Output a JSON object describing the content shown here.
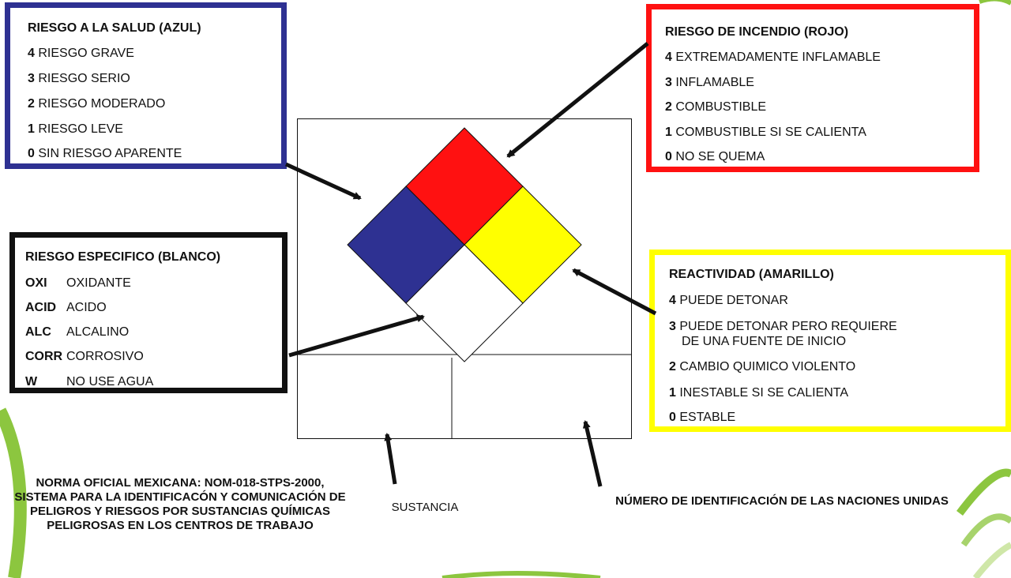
{
  "colors": {
    "health": "#2e3192",
    "fire": "#ff1111",
    "reactivity": "#ffff00",
    "special": "#ffffff",
    "accent_green": "#8cc63f"
  },
  "health_box": {
    "title": "RIESGO A LA SALUD (AZUL)",
    "items": [
      {
        "num": "4",
        "text": "RIESGO GRAVE"
      },
      {
        "num": "3",
        "text": "RIESGO SERIO"
      },
      {
        "num": "2",
        "text": "RIESGO MODERADO"
      },
      {
        "num": "1",
        "text": "RIESGO LEVE"
      },
      {
        "num": "0",
        "text": "SIN RIESGO APARENTE"
      }
    ]
  },
  "fire_box": {
    "title": "RIESGO DE INCENDIO  (ROJO)",
    "items": [
      {
        "num": "4",
        "text": "EXTREMADAMENTE INFLAMABLE"
      },
      {
        "num": "3",
        "text": "INFLAMABLE"
      },
      {
        "num": "2",
        "text": "COMBUSTIBLE"
      },
      {
        "num": "1",
        "text": "COMBUSTIBLE SI SE CALIENTA"
      },
      {
        "num": "0",
        "text": "NO SE QUEMA"
      }
    ]
  },
  "special_box": {
    "title": "RIESGO ESPECIFICO (BLANCO)",
    "items": [
      {
        "code": "OXI",
        "text": "OXIDANTE"
      },
      {
        "code": "ACID",
        "text": "ACIDO"
      },
      {
        "code": "ALC",
        "text": "ALCALINO"
      },
      {
        "code": "CORR",
        "text": "CORROSIVO"
      },
      {
        "code": "W",
        "text": "NO USE AGUA"
      }
    ]
  },
  "reactivity_box": {
    "title": "REACTIVIDAD (AMARILLO)",
    "items": [
      {
        "num": "4",
        "text": "PUEDE DETONAR"
      },
      {
        "num": "3",
        "text": "PUEDE DETONAR PERO REQUIERE",
        "text2": "DE UNA FUENTE DE INICIO"
      },
      {
        "num": "2",
        "text": "CAMBIO QUIMICO VIOLENTO"
      },
      {
        "num": "1",
        "text": "INESTABLE SI SE CALIENTA"
      },
      {
        "num": "0",
        "text": "ESTABLE"
      }
    ]
  },
  "captions": {
    "norm": "NORMA OFICIAL MEXICANA:  NOM-018-STPS-2000, SISTEMA PARA LA IDENTIFICACÓN Y COMUNICACIÓN DE PELIGROS Y RIESGOS POR SUSTANCIAS QUÍMICAS PELIGROSAS EN LOS CENTROS DE TRABAJO",
    "sustancia": "SUSTANCIA",
    "un_number": "NÚMERO DE IDENTIFICACIÓN DE LAS NACIONES UNIDAS"
  }
}
